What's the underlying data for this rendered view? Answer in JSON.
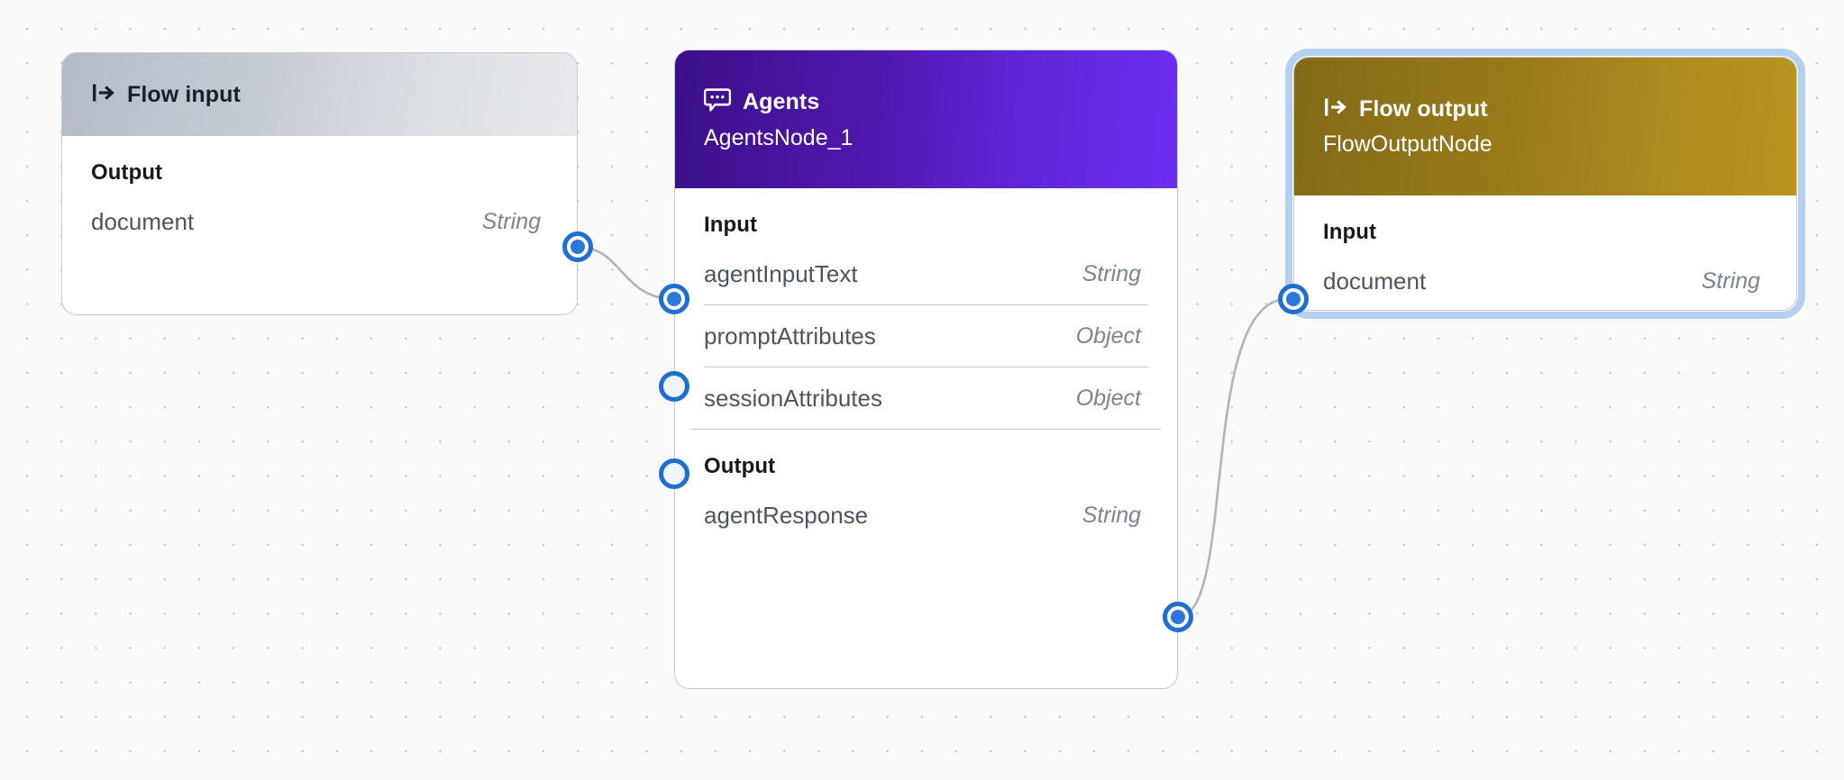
{
  "canvas": {
    "background_color": "#fafafa",
    "dot_color": "#c9c9c9",
    "edge_color": "#b4b4b4",
    "handle_color": "#1f6fd0",
    "selection_ring_color": "#b3d0ee"
  },
  "nodes": [
    {
      "id": "flow-input",
      "icon": "flow-input-arrow-icon",
      "title": "Flow input",
      "subtitle": "",
      "header_color_start": "#b6bcc6",
      "header_color_end": "#e7e9ec",
      "selected": false,
      "sections": [
        {
          "label": "Output",
          "ports": [
            {
              "name": "document",
              "type": "String",
              "handle": "source",
              "connected": true
            }
          ]
        }
      ]
    },
    {
      "id": "agents",
      "icon": "speech-bubble-dots-icon",
      "title": "Agents",
      "subtitle": "AgentsNode_1",
      "header_color_start": "#3b1089",
      "header_color_end": "#6b2ef2",
      "selected": false,
      "sections": [
        {
          "label": "Input",
          "ports": [
            {
              "name": "agentInputText",
              "type": "String",
              "handle": "target",
              "connected": true
            },
            {
              "name": "promptAttributes",
              "type": "Object",
              "handle": "target",
              "connected": false
            },
            {
              "name": "sessionAttributes",
              "type": "Object",
              "handle": "target",
              "connected": false
            }
          ]
        },
        {
          "label": "Output",
          "ports": [
            {
              "name": "agentResponse",
              "type": "String",
              "handle": "source",
              "connected": true
            }
          ]
        }
      ]
    },
    {
      "id": "flow-output",
      "icon": "flow-output-arrow-icon",
      "title": "Flow output",
      "subtitle": "FlowOutputNode",
      "header_color_start": "#836a16",
      "header_color_end": "#b89520",
      "selected": true,
      "sections": [
        {
          "label": "Input",
          "ports": [
            {
              "name": "document",
              "type": "String",
              "handle": "target",
              "connected": true
            }
          ]
        }
      ]
    }
  ],
  "edges": [
    {
      "from": "flow-input.document",
      "to": "agents.agentInputText"
    },
    {
      "from": "agents.agentResponse",
      "to": "flow-output.document"
    }
  ]
}
